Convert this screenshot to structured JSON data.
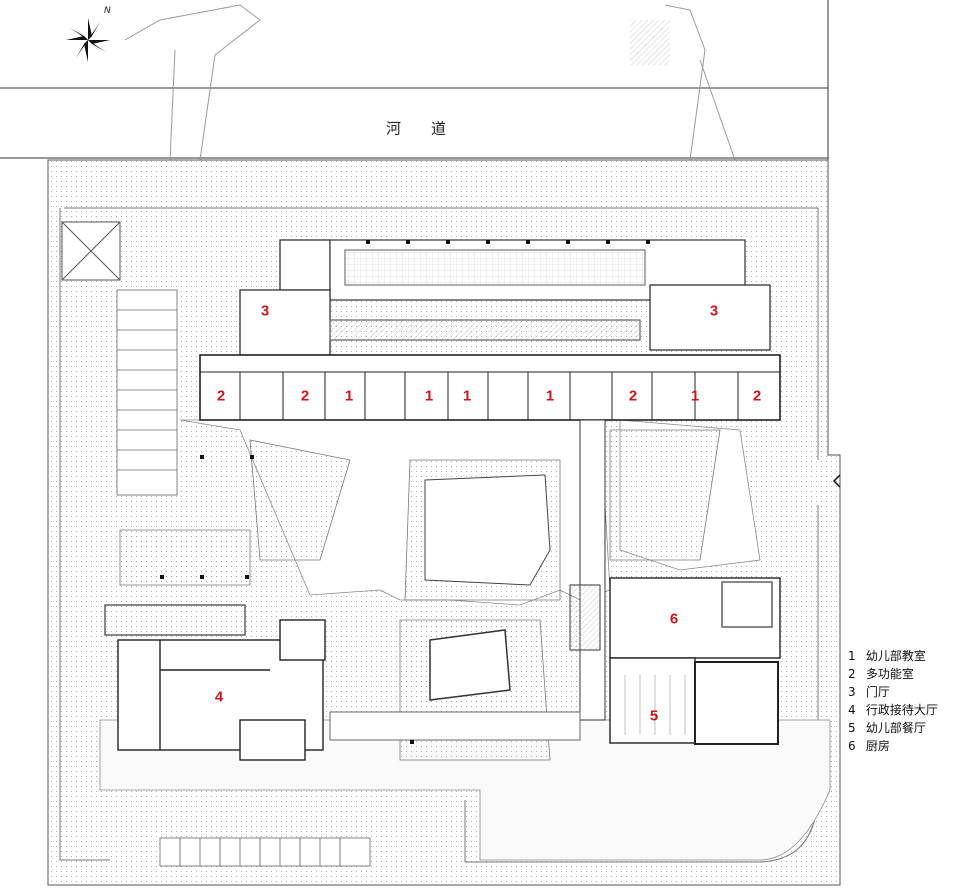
{
  "plan": {
    "river_label": "河　　道",
    "compass_label": "N",
    "colors": {
      "accent_red": "#c8181e",
      "line": "#333333",
      "hatch": "#bdbdbd"
    },
    "room_numbers": {
      "north_west_hall": "3",
      "north_east_hall": "3",
      "class_a": "2",
      "class_b": "2",
      "class_c": "1",
      "class_d": "1",
      "class_e": "1",
      "class_f": "1",
      "class_g": "2",
      "class_h": "1",
      "class_i": "2",
      "admin_hall": "4",
      "kitchen": "6",
      "dining": "5"
    }
  },
  "legend": {
    "items": [
      {
        "num": "1",
        "label": "幼儿部教室"
      },
      {
        "num": "2",
        "label": "多功能室"
      },
      {
        "num": "3",
        "label": "门厅"
      },
      {
        "num": "4",
        "label": "行政接待大厅"
      },
      {
        "num": "5",
        "label": "幼儿部餐厅"
      },
      {
        "num": "6",
        "label": "厨房"
      }
    ]
  }
}
